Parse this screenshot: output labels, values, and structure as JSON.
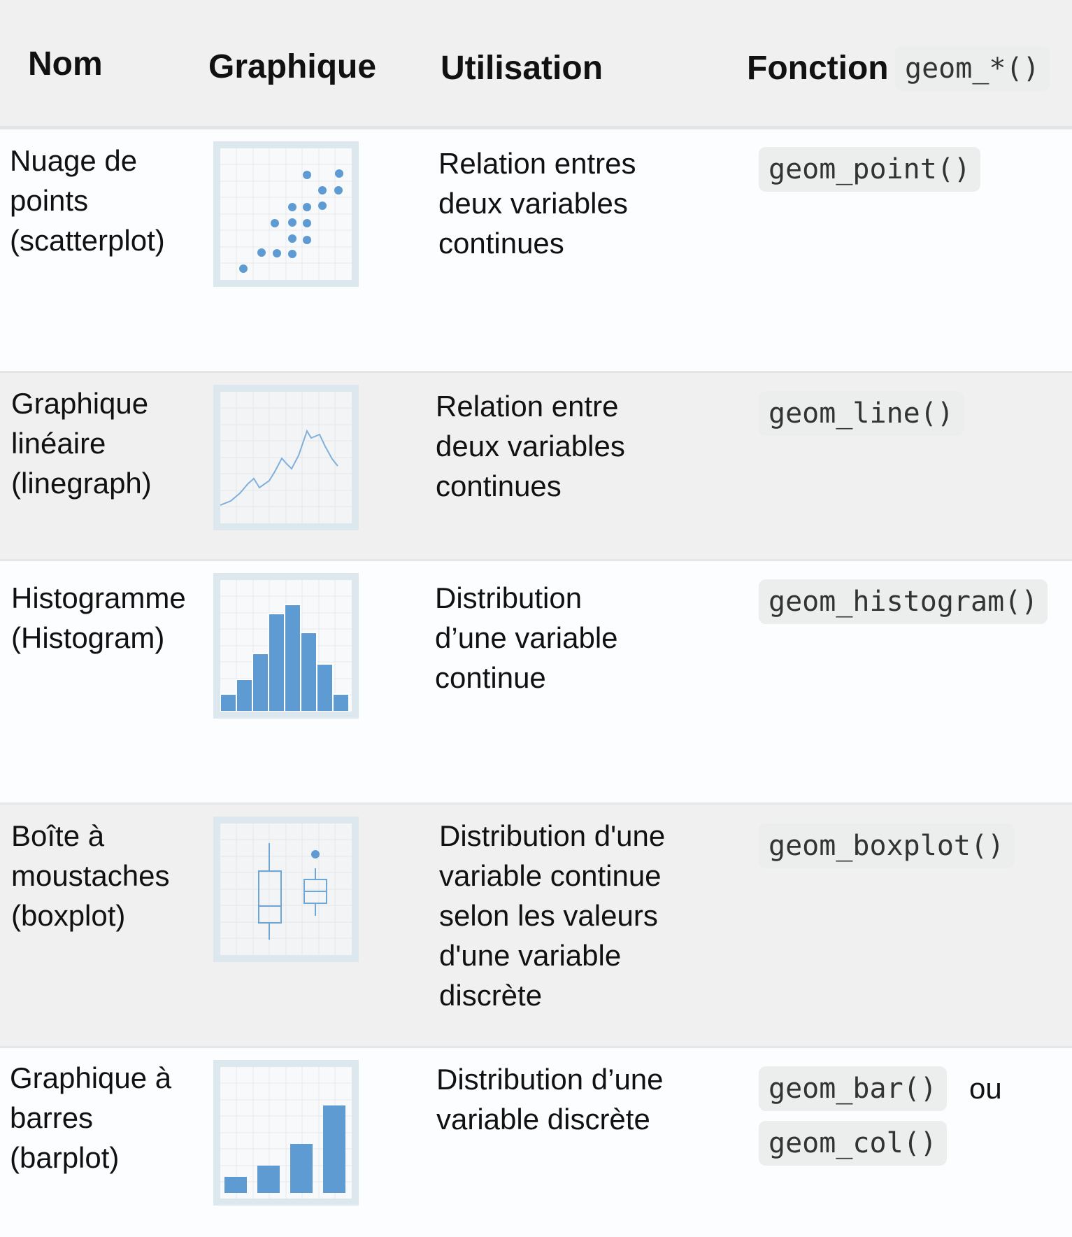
{
  "header": {
    "col_name": "Nom",
    "col_graph": "Graphique",
    "col_usage": "Utilisation",
    "col_function": "Fonction",
    "col_function_code": "geom_*()"
  },
  "rows": [
    {
      "name": [
        "Nuage de",
        "points",
        "(scatterplot)"
      ],
      "thumbnail": "scatterplot-icon",
      "usage": [
        "Relation entres",
        "deux variables",
        "continues"
      ],
      "function": "geom_point()"
    },
    {
      "name": [
        "Graphique",
        "linéaire",
        "(linegraph)"
      ],
      "thumbnail": "line-chart-icon",
      "usage": [
        "Relation entre",
        "deux variables",
        "continues"
      ],
      "function": "geom_line()"
    },
    {
      "name": [
        "Histogramme",
        "(Histogram)"
      ],
      "thumbnail": "histogram-icon",
      "usage": [
        "Distribution",
        "d’une variable",
        "continue"
      ],
      "function": "geom_histogram()"
    },
    {
      "name": [
        "Boîte à",
        "moustaches",
        "(boxplot)"
      ],
      "thumbnail": "boxplot-icon",
      "usage": [
        "Distribution d'une",
        "variable continue",
        "selon les valeurs",
        "d'une variable",
        "discrète"
      ],
      "function": "geom_boxplot()"
    },
    {
      "name": [
        "Graphique à",
        "barres",
        "(barplot)"
      ],
      "thumbnail": "barplot-icon",
      "usage": [
        "Distribution d’une",
        "variable discrète"
      ],
      "function": "geom_bar()",
      "connector": "ou",
      "function_alt": "geom_col()"
    }
  ],
  "colors": {
    "header_bg": "#f0f0f0",
    "alt_row_bg": "#f0f0f0",
    "row_bg": "#fcfdfe",
    "icon_frame": "#dce8ed",
    "icon_blue": "#5f9bd3",
    "code_bg": "#eceded"
  }
}
